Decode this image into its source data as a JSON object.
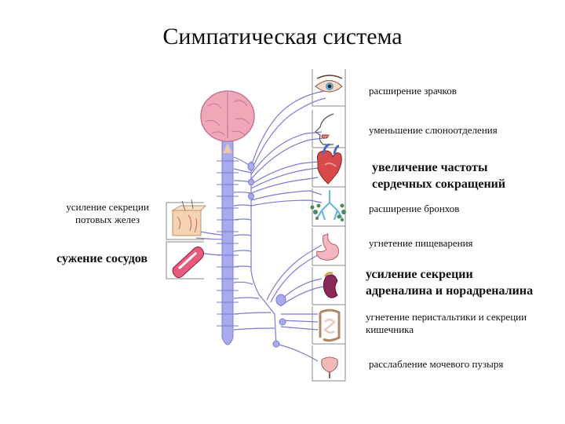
{
  "title": "Симпатическая система",
  "left_labels": {
    "sweat": "усиление секреции потовых желез",
    "vessels": "сужение сосудов"
  },
  "right_labels": {
    "pupils": "расширение зрачков",
    "saliva": "уменьшение слюноотделения",
    "heart": "увеличение частоты сердечных сокращений",
    "bronchi": "расширение бронхов",
    "digestion": "угнетение пищеварения",
    "adrenal": "усиление секреции адреналина и норадреналина",
    "intestine": "угнетение перистальтики и секреции кишечника",
    "bladder": "расслабление мочевого пузыря"
  },
  "colors": {
    "nerve": "#7b7bd0",
    "spine": "#a9a9ee",
    "brain": "#f2a7b8",
    "box_border": "#8a8a8a"
  },
  "icons": [
    "eye-icon",
    "mouth-icon",
    "heart-icon",
    "lungs-icon",
    "stomach-icon",
    "kidney-icon",
    "intestine-icon",
    "bladder-icon",
    "skin-icon",
    "vessel-icon",
    "brain-icon"
  ]
}
